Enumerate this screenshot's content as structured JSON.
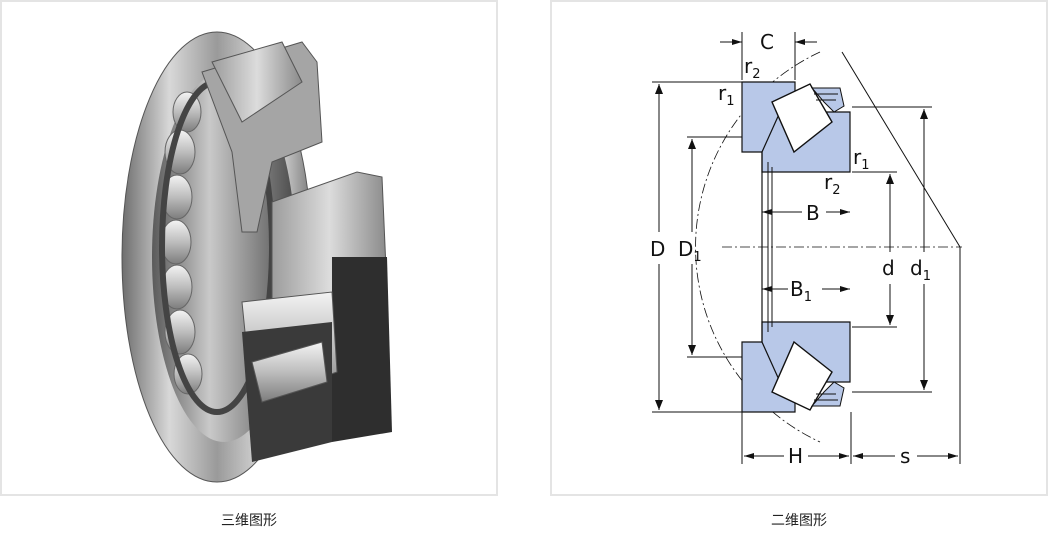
{
  "left_panel": {
    "caption": "三维图形"
  },
  "right_panel": {
    "caption": "二维图形",
    "colors": {
      "ring_fill": "#b8c8e8",
      "outline": "#111111"
    },
    "labels": {
      "C": {
        "main": "C",
        "sub": ""
      },
      "r2_top": {
        "main": "r",
        "sub": "2"
      },
      "r1_top": {
        "main": "r",
        "sub": "1"
      },
      "r1_right": {
        "main": "r",
        "sub": "1"
      },
      "r2_right": {
        "main": "r",
        "sub": "2"
      },
      "B": {
        "main": "B",
        "sub": ""
      },
      "D": {
        "main": "D",
        "sub": ""
      },
      "D1": {
        "main": "D",
        "sub": "1"
      },
      "d": {
        "main": "d",
        "sub": ""
      },
      "d1": {
        "main": "d",
        "sub": "1"
      },
      "B1": {
        "main": "B",
        "sub": "1"
      },
      "H": {
        "main": "H",
        "sub": ""
      },
      "s": {
        "main": "s",
        "sub": ""
      }
    }
  }
}
